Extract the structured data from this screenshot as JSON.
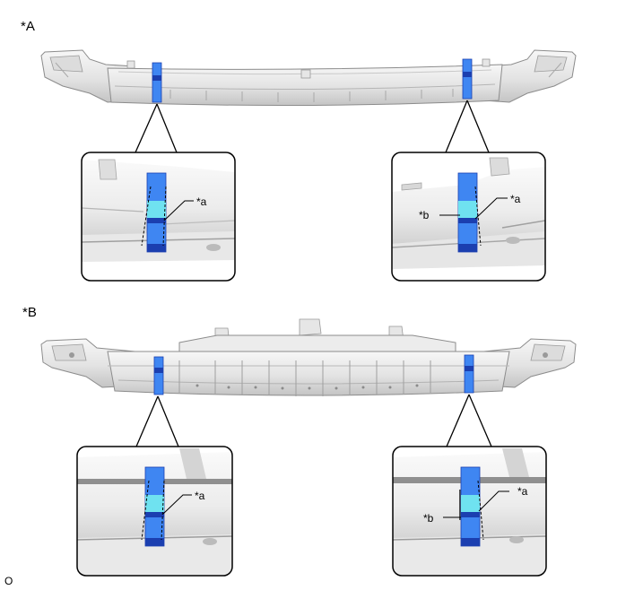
{
  "figure": {
    "section_a_label": "*A",
    "section_b_label": "*B",
    "callout_a": "*a",
    "callout_b": "*b",
    "figure_code": "O"
  },
  "colors": {
    "clip_blue": "#3f86f2",
    "clip_dark": "#1b3fb0",
    "clip_cyan": "#6fe2f0",
    "part_light": "#f1f1f1",
    "part_mid": "#d6d6d6",
    "part_dark": "#9c9c9c",
    "outline": "#000000"
  },
  "icons": {
    "clip": "blue-retainer-clip",
    "bracket": "mounting-bracket"
  }
}
